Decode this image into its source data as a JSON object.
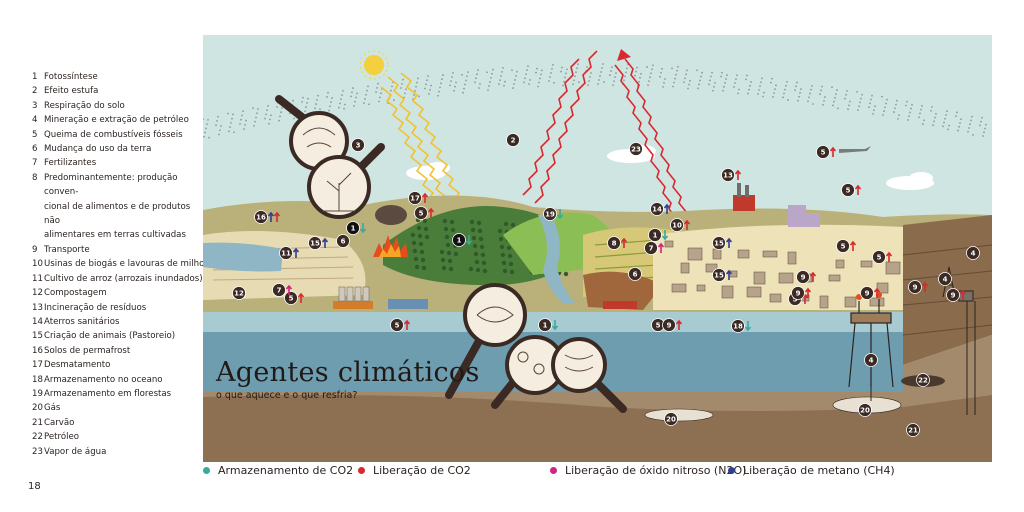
{
  "legend": [
    {
      "n": "1",
      "t": "Fotossíntese"
    },
    {
      "n": "2",
      "t": "Efeito estufa"
    },
    {
      "n": "3",
      "t": "Respiração do solo"
    },
    {
      "n": "4",
      "t": "Mineração e extração de petróleo"
    },
    {
      "n": "5",
      "t": "Queima de combustíveis fósseis"
    },
    {
      "n": "6",
      "t": "Mudança do uso da terra"
    },
    {
      "n": "7",
      "t": "Fertilizantes"
    },
    {
      "n": "8",
      "t": "Predominantemente: produção conven-"
    },
    {
      "n": "",
      "t": "cional de alimentos e de produtos não"
    },
    {
      "n": "",
      "t": "alimentares em terras cultivadas"
    },
    {
      "n": "9",
      "t": "Transporte"
    },
    {
      "n": "10",
      "t": "Usinas de biogás e lavouras de milho"
    },
    {
      "n": "11",
      "t": "Cultivo de arroz (arrozais inundados)"
    },
    {
      "n": "12",
      "t": "Compostagem"
    },
    {
      "n": "13",
      "t": "Incineração de resíduos"
    },
    {
      "n": "14",
      "t": "Aterros sanitários"
    },
    {
      "n": "15",
      "t": "Criação de animais (Pastoreio)"
    },
    {
      "n": "16",
      "t": "Solos de permafrost"
    },
    {
      "n": "17",
      "t": "Desmatamento"
    },
    {
      "n": "18",
      "t": "Armazenamento no oceano"
    },
    {
      "n": "19",
      "t": "Armazenamento em florestas"
    },
    {
      "n": "20",
      "t": "Gás"
    },
    {
      "n": "21",
      "t": "Carvão"
    },
    {
      "n": "22",
      "t": "Petróleo"
    },
    {
      "n": "23",
      "t": "Vapor de água"
    }
  ],
  "page_number": "18",
  "title": "Agentes climáticos",
  "subtitle": "o que aquece e o que resfria?",
  "key": [
    {
      "label": "Armazenamento de CO2",
      "color": "#3aa99a"
    },
    {
      "label": "Liberação de CO2",
      "color": "#d8292f"
    },
    {
      "label": "Liberação de óxido nitroso (N2O)",
      "color": "#d1237f"
    },
    {
      "label": "Liberação de metano (CH4)",
      "color": "#2f3f93"
    }
  ],
  "markers": [
    {
      "n": "1",
      "dark": true,
      "arrows": [
        "storage"
      ]
    },
    {
      "n": "1",
      "dark": false,
      "arrows": [
        "storage"
      ]
    },
    {
      "n": "1",
      "dark": false,
      "arrows": [
        "storage"
      ]
    },
    {
      "n": "1",
      "dark": true,
      "arrows": [
        "storage"
      ]
    },
    {
      "n": "2",
      "dark": false,
      "arrows": []
    },
    {
      "n": "3",
      "dark": false,
      "arrows": []
    },
    {
      "n": "4",
      "dark": false,
      "arrows": []
    },
    {
      "n": "4",
      "dark": false,
      "arrows": []
    },
    {
      "n": "4",
      "dark": false,
      "arrows": []
    },
    {
      "n": "5",
      "dark": false,
      "arrows": [
        "co2"
      ]
    },
    {
      "n": "5",
      "dark": false,
      "arrows": [
        "co2"
      ]
    },
    {
      "n": "5",
      "dark": false,
      "arrows": [
        "co2"
      ]
    },
    {
      "n": "5",
      "dark": false,
      "arrows": [
        "co2"
      ]
    },
    {
      "n": "5",
      "dark": false,
      "arrows": [
        "co2"
      ]
    },
    {
      "n": "5",
      "dark": false,
      "arrows": [
        "co2"
      ]
    },
    {
      "n": "5",
      "dark": false,
      "arrows": [
        "co2"
      ]
    },
    {
      "n": "5",
      "dark": false,
      "arrows": [
        "co2"
      ]
    },
    {
      "n": "5",
      "dark": false,
      "arrows": [
        "co2"
      ]
    },
    {
      "n": "6",
      "dark": false,
      "arrows": []
    },
    {
      "n": "6",
      "dark": false,
      "arrows": []
    },
    {
      "n": "7",
      "dark": false,
      "arrows": [
        "n2o"
      ]
    },
    {
      "n": "7",
      "dark": false,
      "arrows": [
        "n2o"
      ]
    },
    {
      "n": "8",
      "dark": false,
      "arrows": [
        "co2"
      ]
    },
    {
      "n": "9",
      "dark": false,
      "arrows": [
        "co2"
      ]
    },
    {
      "n": "9",
      "dark": false,
      "arrows": [
        "co2"
      ]
    },
    {
      "n": "9",
      "dark": false,
      "arrows": [
        "co2"
      ]
    },
    {
      "n": "9",
      "dark": false,
      "arrows": [
        "co2"
      ]
    },
    {
      "n": "9",
      "dark": false,
      "arrows": [
        "co2"
      ]
    },
    {
      "n": "9",
      "dark": false,
      "arrows": [
        "co2"
      ]
    },
    {
      "n": "10",
      "dark": false,
      "arrows": [
        "co2"
      ]
    },
    {
      "n": "11",
      "dark": false,
      "arrows": [
        "ch4"
      ]
    },
    {
      "n": "12",
      "dark": false,
      "arrows": []
    },
    {
      "n": "13",
      "dark": false,
      "arrows": [
        "co2"
      ]
    },
    {
      "n": "14",
      "dark": false,
      "arrows": [
        "ch4"
      ]
    },
    {
      "n": "15",
      "dark": false,
      "arrows": [
        "ch4"
      ]
    },
    {
      "n": "15",
      "dark": false,
      "arrows": [
        "ch4"
      ]
    },
    {
      "n": "15",
      "dark": false,
      "arrows": [
        "ch4"
      ]
    },
    {
      "n": "16",
      "dark": false,
      "arrows": [
        "ch4",
        "co2"
      ]
    },
    {
      "n": "17",
      "dark": false,
      "arrows": [
        "co2"
      ]
    },
    {
      "n": "18",
      "dark": false,
      "arrows": [
        "storage"
      ]
    },
    {
      "n": "19",
      "dark": false,
      "arrows": [
        "storage"
      ]
    },
    {
      "n": "20",
      "dark": false,
      "arrows": []
    },
    {
      "n": "20",
      "dark": false,
      "arrows": []
    },
    {
      "n": "21",
      "dark": false,
      "arrows": []
    },
    {
      "n": "22",
      "dark": false,
      "arrows": []
    },
    {
      "n": "23",
      "dark": false,
      "arrows": []
    }
  ]
}
